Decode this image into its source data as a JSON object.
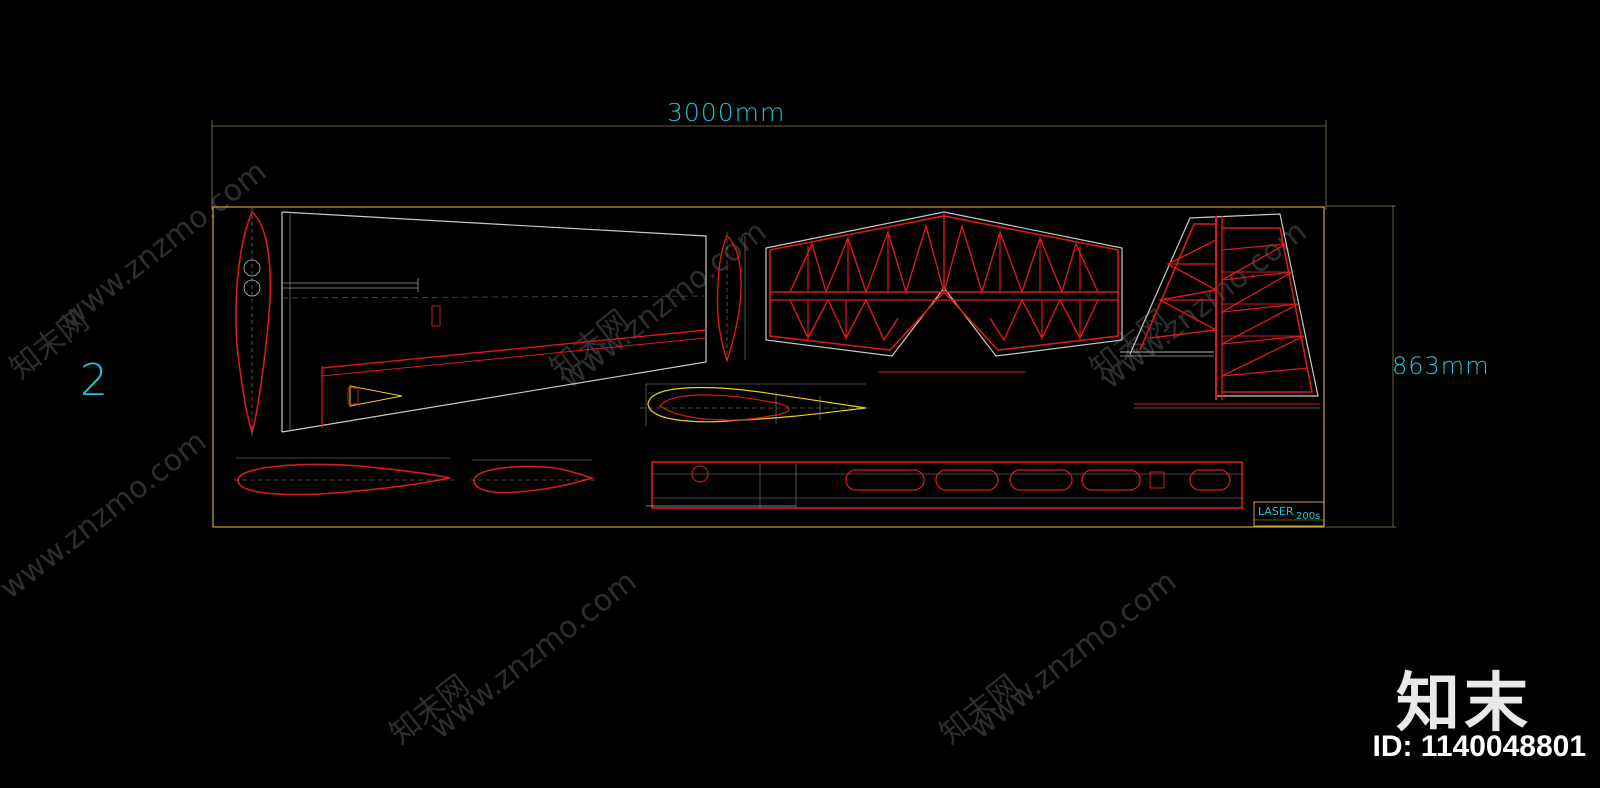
{
  "dimensions": {
    "width_label": "3000mm",
    "height_label": "863mm"
  },
  "sheet": {
    "number": "2"
  },
  "title_block": {
    "logo_line1": "LASER",
    "logo_line2": "200s"
  },
  "watermark": {
    "site": "www.znzmo.com",
    "brand_cn": "知末网",
    "brand_logo": "知末",
    "id_text": "ID: 1140048801"
  },
  "colors": {
    "background": "#000000",
    "frame": "#c8a53a",
    "structure": "#d91a1a",
    "outline": "#c8c8c8",
    "dimension": "#19c6d6",
    "highlight": "#e6d21e",
    "watermark": "#3a3a3a"
  }
}
